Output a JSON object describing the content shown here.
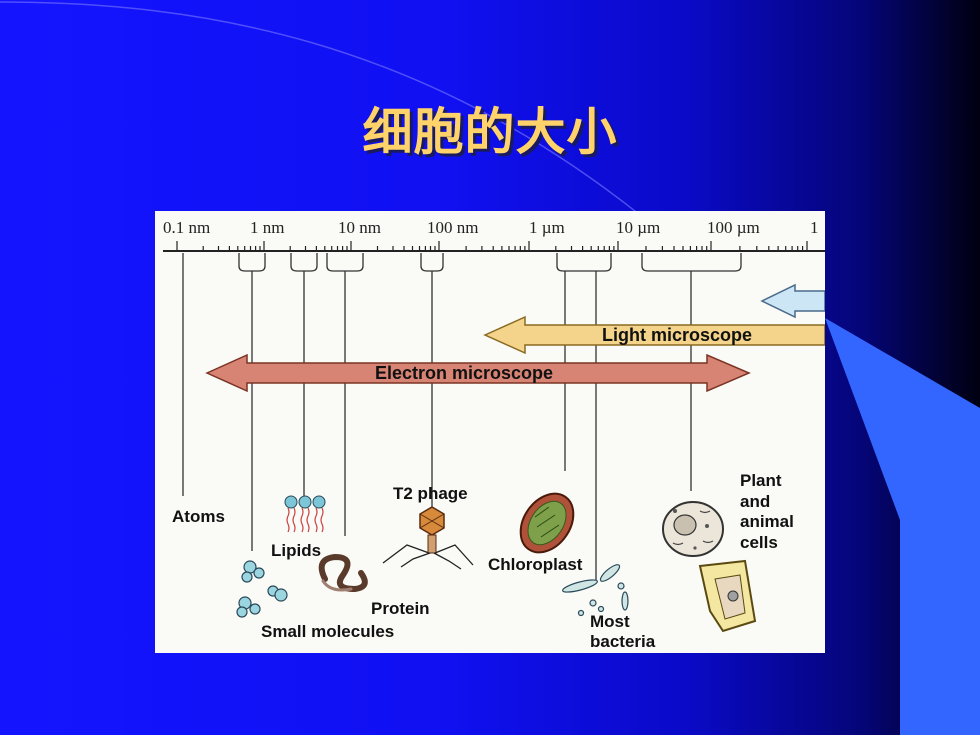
{
  "slide": {
    "title": "细胞的大小",
    "colors": {
      "background": "#1010f2",
      "title": "#ffd36a",
      "accent": "#3366ff"
    }
  },
  "figure": {
    "scale_labels": [
      "0.1 nm",
      "1 nm",
      "10 nm",
      "100 nm",
      "1 µm",
      "10 µm",
      "100 µm",
      "1"
    ],
    "light_microscope_label": "Light microscope",
    "electron_microscope_label": "Electron microscope",
    "labels": {
      "atoms": "Atoms",
      "lipids": "Lipids",
      "t2_phage": "T2 phage",
      "chloroplast": "Chloroplast",
      "protein": "Protein",
      "small_molecules": "Small molecules",
      "most": "Most",
      "bacteria": "bacteria",
      "plant": "Plant",
      "and": "and",
      "animal": "animal",
      "cells": "cells"
    },
    "icons": [
      "atom-line",
      "lipid-icon",
      "protein-icon",
      "small-molecules-icon",
      "t2-phage-icon",
      "chloroplast-icon",
      "bacteria-icon",
      "animal-cell-icon",
      "plant-cell-icon"
    ]
  }
}
